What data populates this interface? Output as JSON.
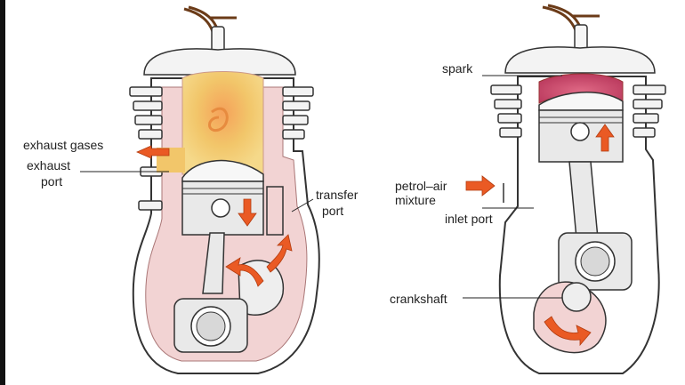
{
  "left_engine": {
    "labels": {
      "exhaust_gases": "exhaust gases",
      "exhaust_port_line1": "exhaust",
      "exhaust_port_line2": "port",
      "transfer_port_line1": "transfer",
      "transfer_port_line2": "port"
    }
  },
  "right_engine": {
    "labels": {
      "spark": "spark",
      "mixture_line1": "petrol–air",
      "mixture_line2": "mixture",
      "inlet_port": "inlet port",
      "crankshaft": "crankshaft"
    }
  },
  "colors": {
    "crankcase_fill": "#f2d3d3",
    "exhaust_gas_fill": "#f2c66a",
    "spark_charge_fill": "#c44a6a",
    "arrow_fill": "#ea5a24",
    "metal_fill": "#e9e9e9",
    "left_edge_bar": "#111111"
  },
  "icons": {
    "flow_arrows": "thick-orange-arrow",
    "spark_plug": "spark-plug-icon"
  }
}
